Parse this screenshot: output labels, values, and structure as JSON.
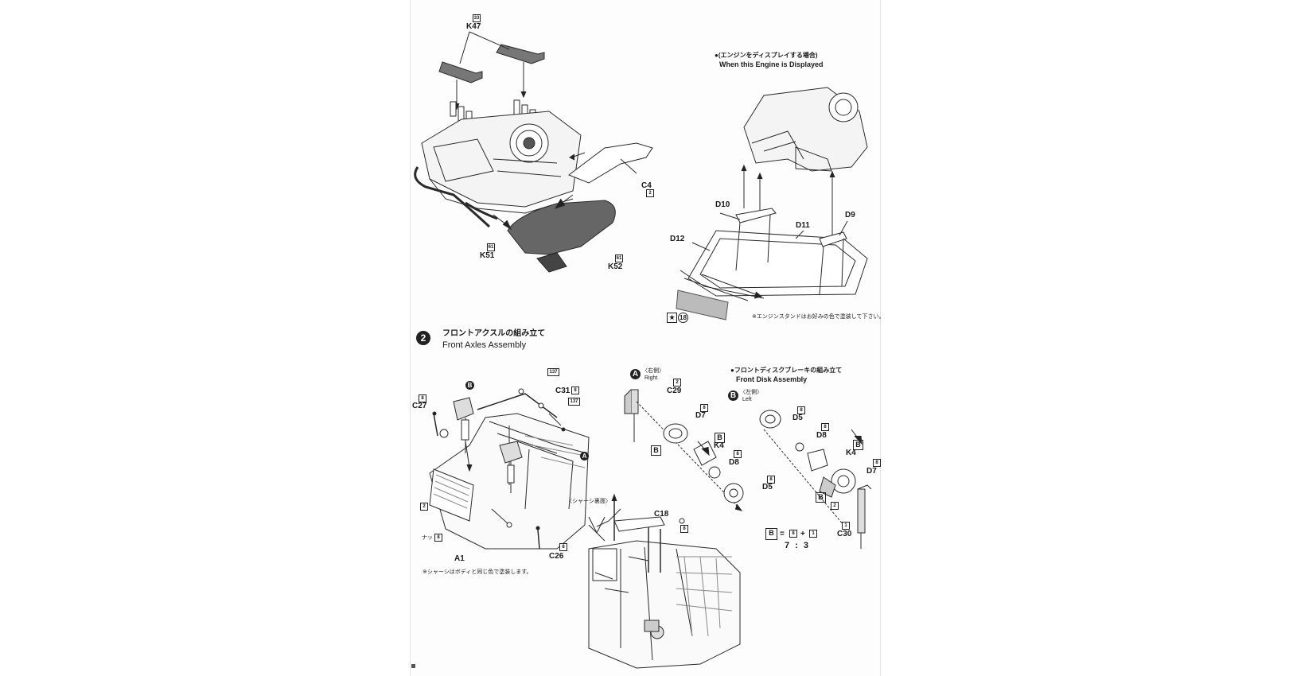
{
  "engine_section": {
    "labels": {
      "k47": "K47",
      "k47_badge": "33",
      "c4": "C4",
      "c4_badge": "2",
      "k51": "K51",
      "k51_badge": "61",
      "k52": "K52",
      "k52_badge": "61"
    }
  },
  "display_section": {
    "title_jp": "●(エンジンをディスプレイする場合)",
    "title_en": "When this Engine is Displayed",
    "labels": {
      "d10": "D10",
      "d11": "D11",
      "d9": "D9",
      "d12": "D12",
      "decal_num": "18"
    },
    "note": "※エンジンスタンドはお好みの色で塗装して下さい。"
  },
  "step2": {
    "number": "2",
    "title_jp": "フロントアクスルの組み立て",
    "title_en": "Front Axles Assembly",
    "labels": {
      "b_circle": "B",
      "a_circle": "A",
      "c27": "C27",
      "c27_badge": "8",
      "c31": "C31",
      "c31_badge": "8",
      "badge_137a": "137",
      "badge_137b": "137",
      "part2": "2",
      "nut_jp": "ナット",
      "nut_badge": "8",
      "a1": "A1",
      "c26": "C26",
      "c26_badge": "8",
      "chassis_under": "〈シャーシ裏面〉",
      "c18": "C18",
      "c18_badge": "8"
    },
    "note": "※シャーシはボディと同じ色で塗装します。"
  },
  "brake_section": {
    "title_jp": "●フロントディスクブレーキの組み立て",
    "title_en": "Front Disk Assembly",
    "right_label_jp": "〈右側〉",
    "right_label_en": "Right",
    "left_label_jp": "〈左側〉",
    "left_label_en": "Left",
    "circle_a": "A",
    "circle_b": "B",
    "labels": {
      "c29": "C29",
      "c29_badge": "2",
      "d7_r": "D7",
      "d7_r_badge": "8",
      "k4_r": "K4",
      "d8_r": "D8",
      "d8_r_badge": "8",
      "d5_r": "D5",
      "d5_r_badge": "8",
      "b_box_r": "B",
      "d5_l": "D5",
      "d5_l_badge": "8",
      "d8_l": "D8",
      "d8_l_badge": "8",
      "k4_l": "K4",
      "d7_l": "D7",
      "d7_l_badge": "8",
      "part2": "2",
      "c30": "C30",
      "c30_badge": "1",
      "b_box_l": "B"
    },
    "mix": {
      "b": "B",
      "eq": "=",
      "c1": "8",
      "plus": "+",
      "c2": "1",
      "ratio": "7 : 3"
    }
  }
}
